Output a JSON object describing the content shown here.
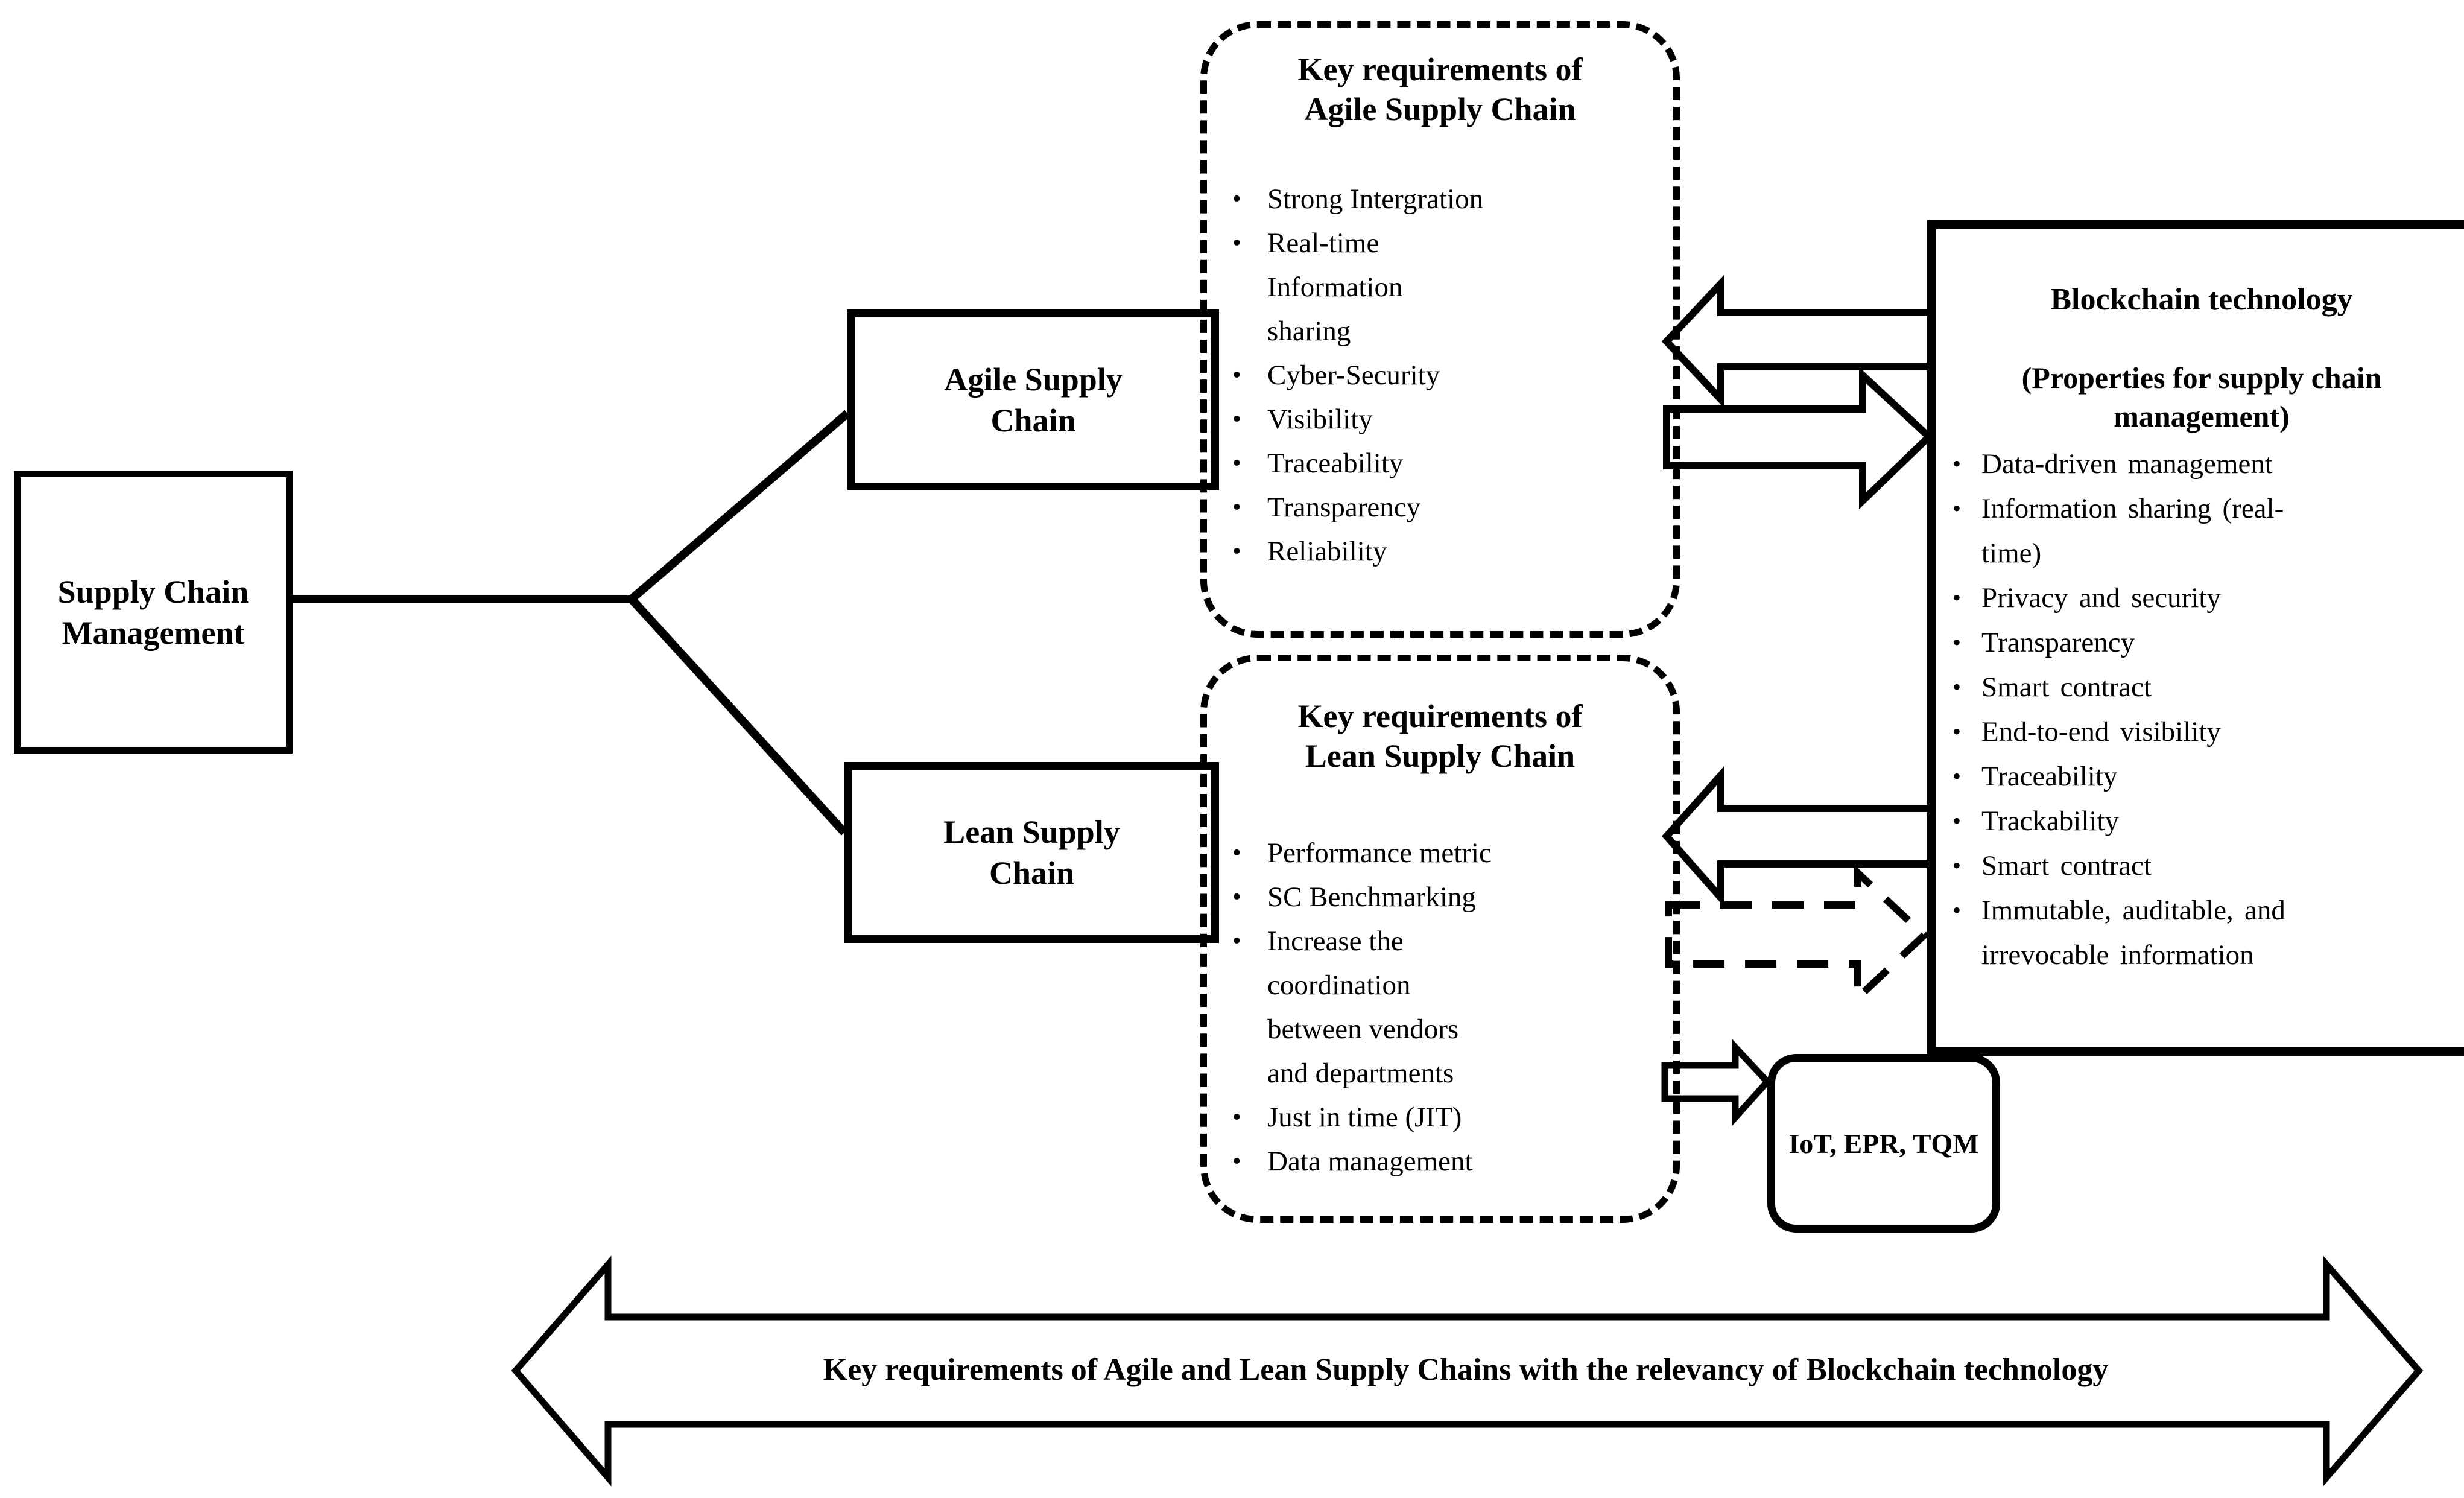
{
  "diagram": {
    "scm_box": {
      "label": "Supply Chain\nManagement"
    },
    "agile_box": {
      "label": "Agile Supply\nChain"
    },
    "lean_box": {
      "label": "Lean Supply\nChain"
    },
    "agile_requirements": {
      "title": "Key requirements of\nAgile Supply Chain",
      "items": [
        "Strong Intergration",
        "Real-time\nInformation\nsharing",
        "Cyber-Security",
        "Visibility",
        "Traceability",
        "Transparency",
        "Reliability"
      ]
    },
    "lean_requirements": {
      "title": "Key requirements of\nLean Supply Chain",
      "items": [
        "Performance metric",
        "SC Benchmarking",
        "Increase the\ncoordination\nbetween vendors\nand departments",
        "Just in time (JIT)",
        "Data management"
      ]
    },
    "blockchain": {
      "title": "Blockchain technology",
      "subtitle": "(Properties for supply chain\nmanagement)",
      "items": [
        "Data-driven management",
        "Information sharing (real-\ntime)",
        "Privacy and security",
        "Transparency",
        "Smart contract",
        "End-to-end visibility",
        "Traceability",
        "Trackability",
        "Smart contract",
        "Immutable, auditable, and\nirrevocable information"
      ]
    },
    "iot_box": {
      "label": "IoT, EPR, TQM"
    },
    "bottom_arrow": {
      "label": "Key requirements of Agile and Lean Supply Chains with the relevancy of Blockchain technology"
    },
    "colors": {
      "ink": "#000000",
      "background": "#ffffff"
    }
  }
}
